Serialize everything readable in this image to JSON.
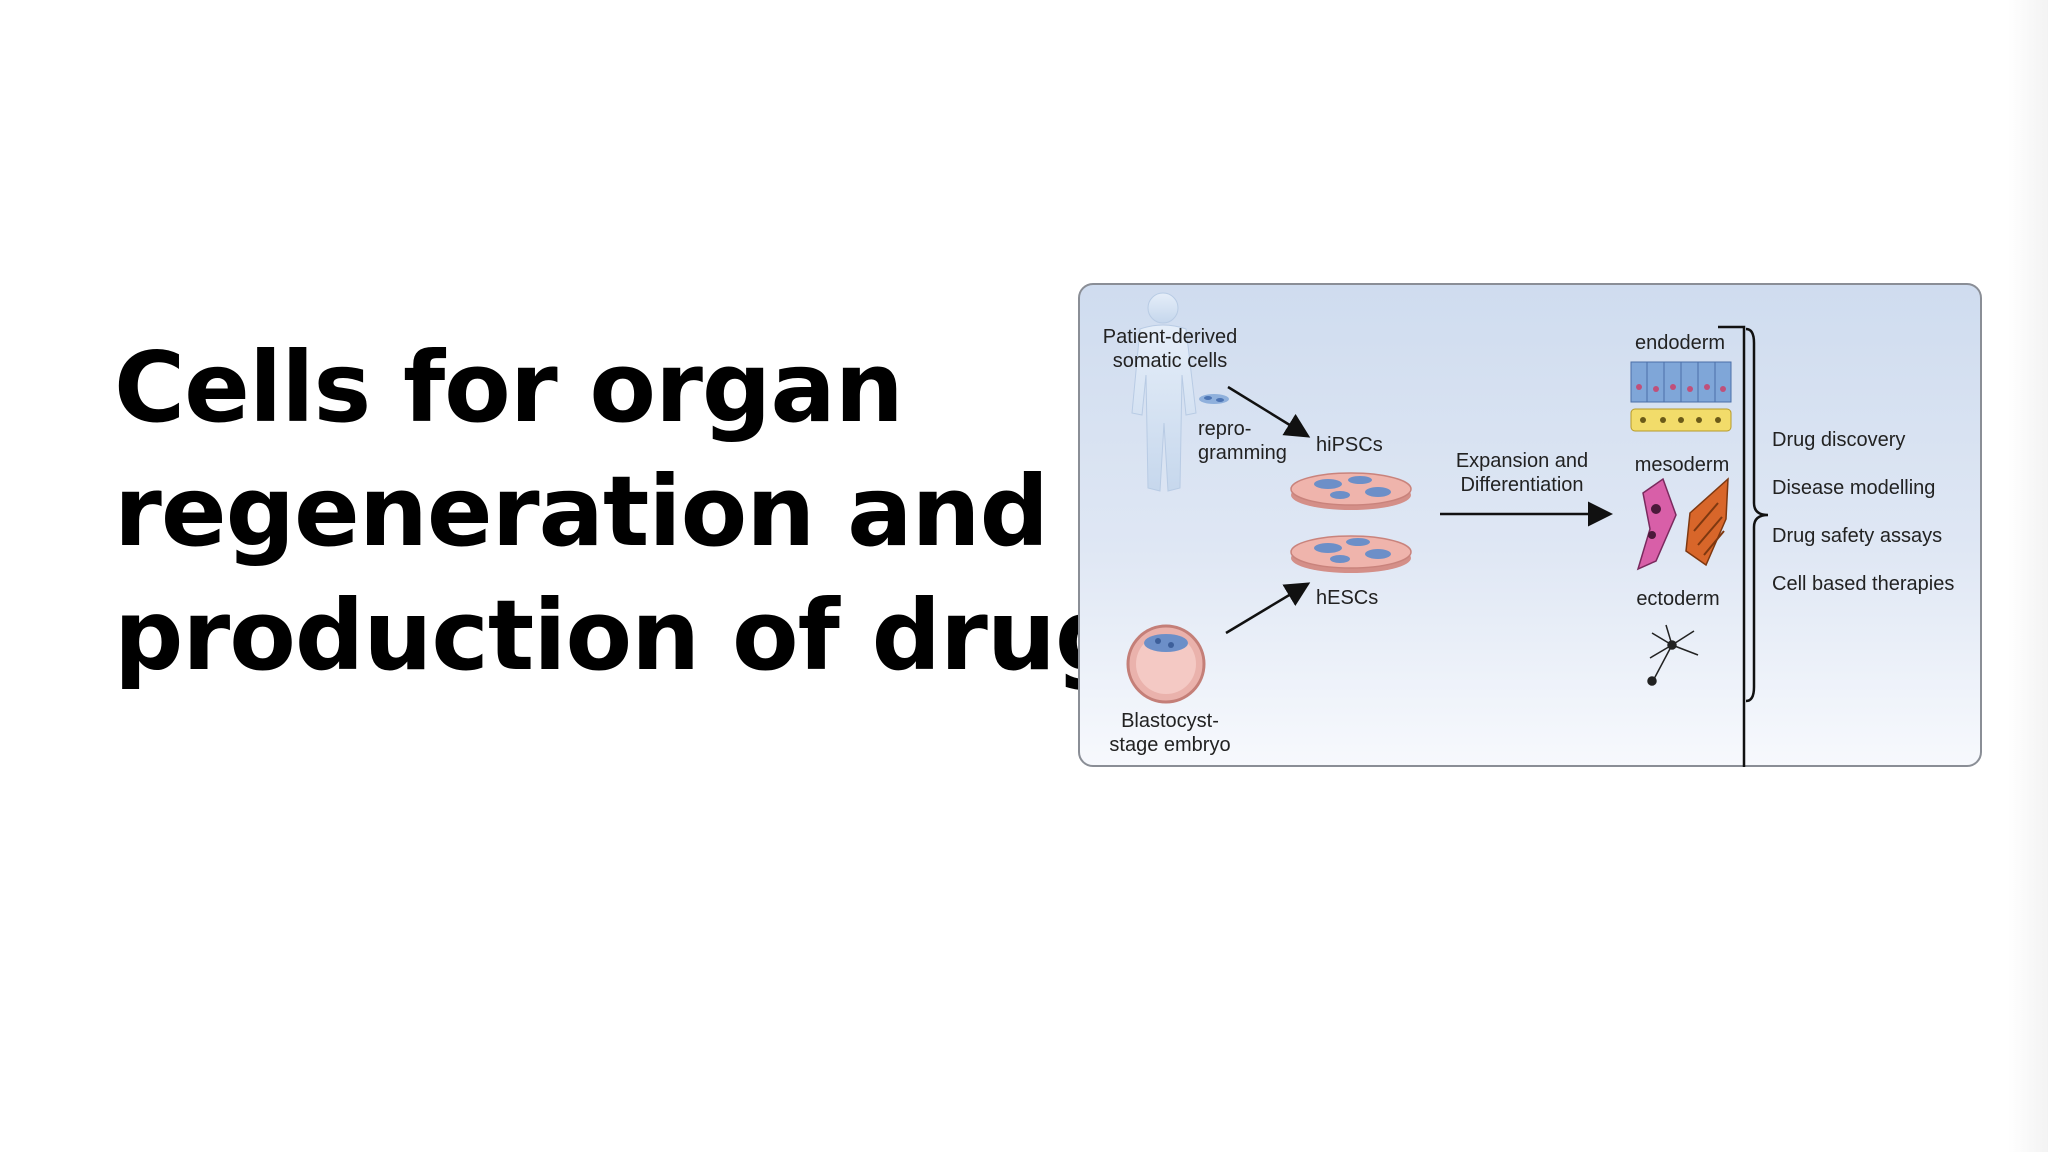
{
  "slide": {
    "title_lines": [
      "Cells for organ",
      "regeneration and",
      "production of drugs"
    ]
  },
  "figure": {
    "labels": {
      "patient_line1": "Patient-derived",
      "patient_line2": "somatic cells",
      "repro_line1": "repro-",
      "repro_line2": "gramming",
      "hipscs": "hiPSCs",
      "hescs": "hESCs",
      "blast_line1": "Blastocyst-",
      "blast_line2": "stage embryo",
      "expansion_line1": "Expansion and",
      "expansion_line2": "Differentiation",
      "endoderm": "endoderm",
      "mesoderm": "mesoderm",
      "ectoderm": "ectoderm"
    },
    "applications": [
      "Drug discovery",
      "Disease modelling",
      "Drug safety assays",
      "Cell based therapies"
    ],
    "colors": {
      "panel_top": "#cfdcef",
      "panel_bottom": "#f6f8fc",
      "dish": "#e8a8a0",
      "cell_blue": "#6c8fc8",
      "endoderm_yellow": "#f2dc6a",
      "mesoderm_pink": "#d85fa8",
      "mesoderm_orange": "#d8662a"
    }
  }
}
